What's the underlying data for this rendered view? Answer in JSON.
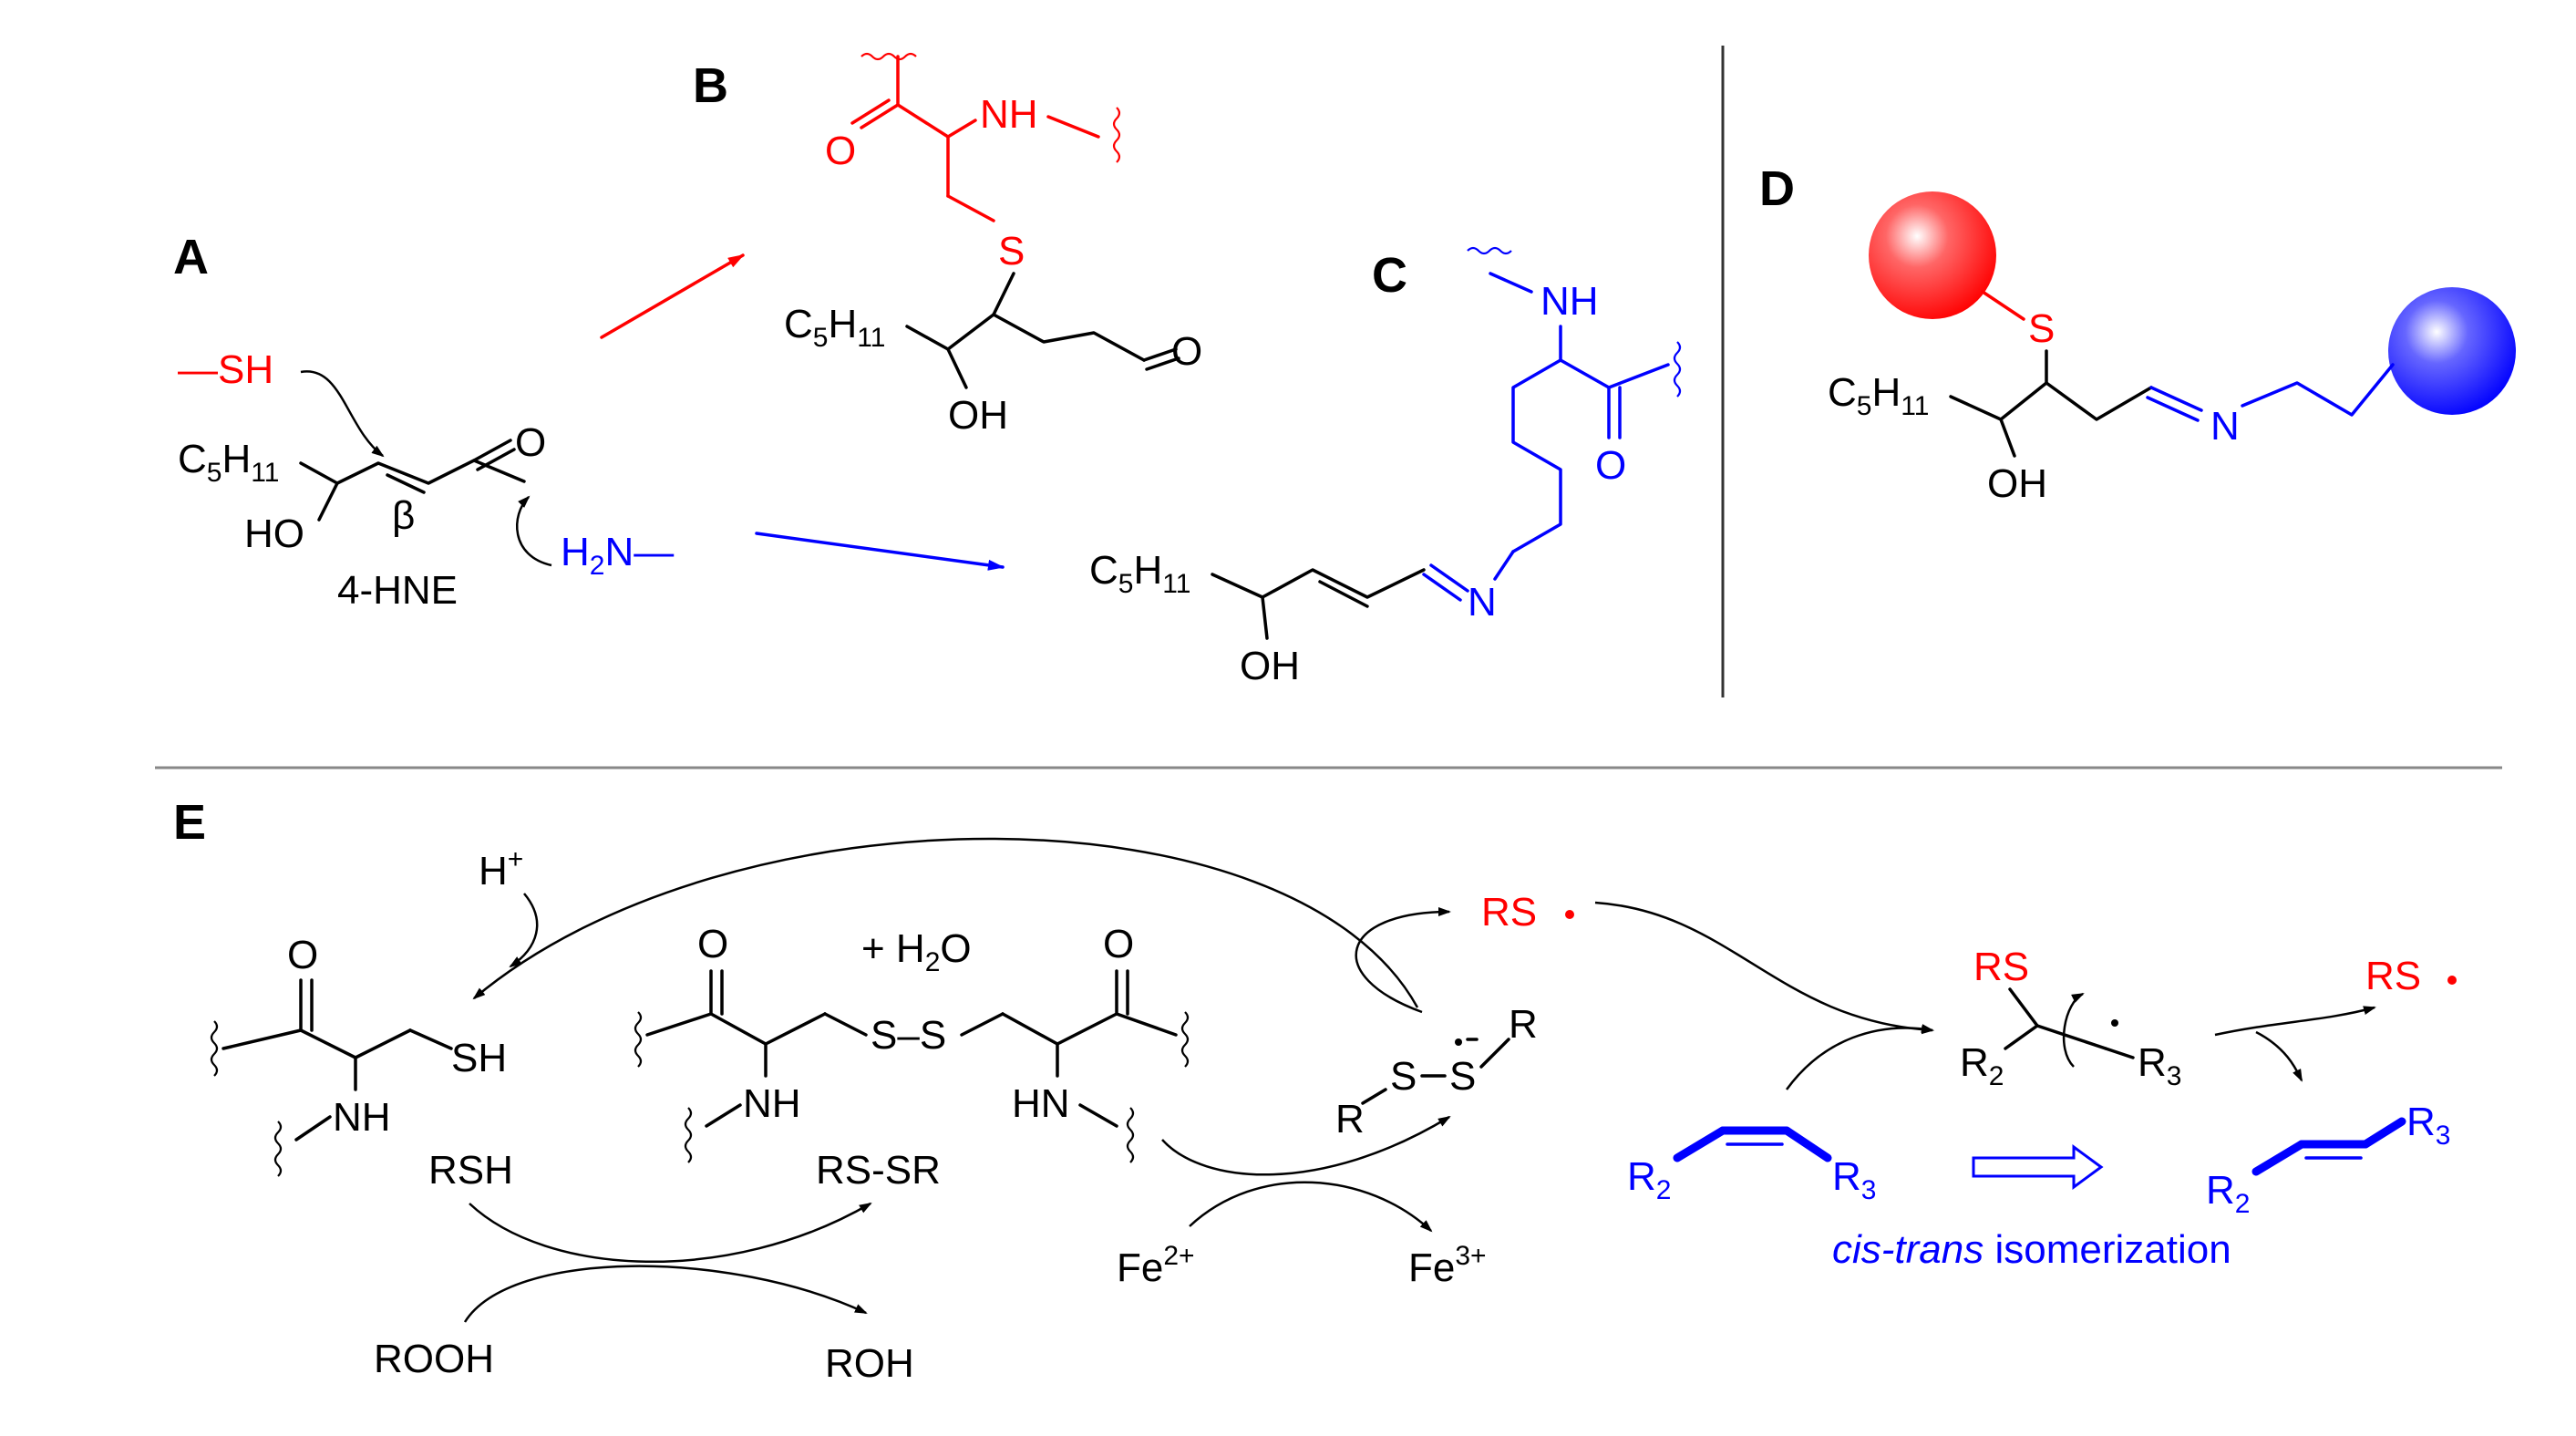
{
  "panels": {
    "A": "A",
    "B": "B",
    "C": "C",
    "D": "D",
    "E": "E"
  },
  "panelA": {
    "sh": "—SH",
    "c5": "C",
    "c5_sub1": "5",
    "c5_h": "H",
    "c5_sub2": "11",
    "o": "O",
    "ho": "HO",
    "beta": "β",
    "name": "4-HNE",
    "h2n_h": "H",
    "h2n_sub": "2",
    "h2n_n": "N—"
  },
  "panelB": {
    "nh": "NH",
    "o": "O",
    "s": "S",
    "c5": "C",
    "c5_sub1": "5",
    "c5_h": "H",
    "c5_sub2": "11",
    "ald_o": "O",
    "oh": "OH"
  },
  "panelC": {
    "nh": "NH",
    "o": "O",
    "n": "N",
    "c5": "C",
    "c5_sub1": "5",
    "c5_h": "H",
    "c5_sub2": "11",
    "oh": "OH"
  },
  "panelD": {
    "s": "S",
    "n": "N",
    "c5": "C",
    "c5_sub1": "5",
    "c5_h": "H",
    "c5_sub2": "11",
    "oh": "OH"
  },
  "panelE": {
    "hplus": "H",
    "hplus_sup": "+",
    "cys_o": "O",
    "cys_sh": "SH",
    "cys_nh": "NH",
    "water": "+  H",
    "water_sub": "2",
    "water_o": "O",
    "ss_o1": "O",
    "ss_o2": "O",
    "ss_s": "S–S",
    "ss_nh": "NH",
    "ss_hn": "HN",
    "rsh": "RSH",
    "rssr": "RS-SR",
    "rooh": "ROOH",
    "roh": "ROH",
    "fe2": "Fe",
    "fe2_sup": "2+",
    "fe3": "Fe",
    "fe3_sup": "3+",
    "rs_radical": "RS",
    "radical_r1": "R",
    "radical_r2": "R",
    "radical_s1": "S",
    "radical_s2": "S",
    "int_rs": "RS",
    "int_r2": "R",
    "int_r2_sub": "2",
    "int_r3": "R",
    "int_r3_sub": "3",
    "rs_out": "RS",
    "cis_r2": "R",
    "cis_r2_sub": "2",
    "cis_r3": "R",
    "cis_r3_sub": "3",
    "trans_r2": "R",
    "trans_r2_sub": "2",
    "trans_r3": "R",
    "trans_r3_sub": "3",
    "iso_italic": "cis-trans",
    "iso_rest": " isomerization"
  },
  "colors": {
    "red": "#ff0000",
    "blue": "#0000ff",
    "black": "#000000",
    "divider": "#888888"
  }
}
